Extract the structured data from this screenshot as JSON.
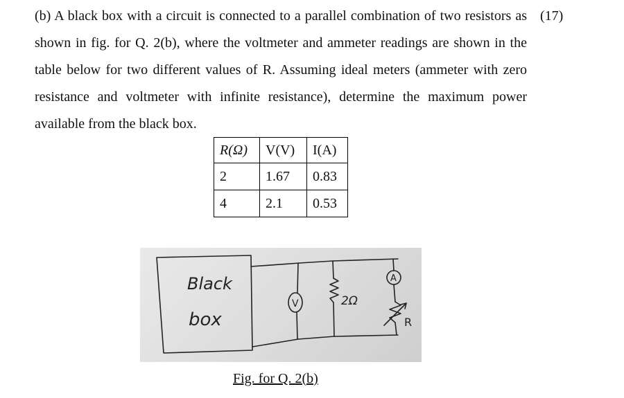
{
  "question": {
    "text": "(b) A black box with a circuit is connected to a parallel combination of two resistors as shown in fig. for Q. 2(b), where the voltmeter and ammeter readings are shown in the table below for two different values of R. Assuming ideal meters (ammeter with zero resistance and voltmeter with infinite resistance), determine the maximum power available from the black box.",
    "marks": "(17)"
  },
  "table": {
    "headers": [
      "R(Ω)",
      "V(V)",
      "I(A)"
    ],
    "rows": [
      [
        "2",
        "1.67",
        "0.83"
      ],
      [
        "4",
        "2.1",
        "0.53"
      ]
    ]
  },
  "figure": {
    "label_black": "Black",
    "label_box": "box",
    "voltmeter": "V",
    "ammeter": "A",
    "resistor": "2Ω",
    "variable_resistor": "R",
    "caption": "Fig. for Q. 2(b)"
  }
}
